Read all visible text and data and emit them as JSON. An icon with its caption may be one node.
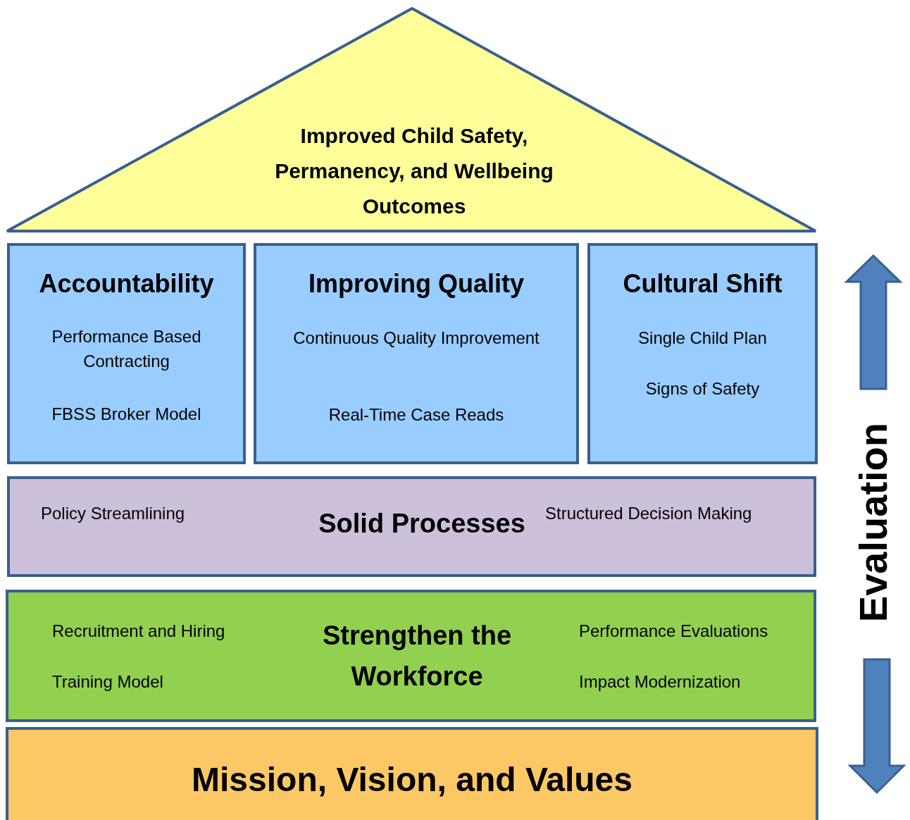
{
  "diagram": {
    "nodes": [
      {
        "text": [
          "Improved Child Safety, Permanency, and Wellbeing Outcomes"
        ]
      },
      {
        "text": [
          "Accountability",
          "Performance Based Contracting",
          "FBSS Broker Model"
        ]
      },
      {
        "text": [
          "Improving Quality",
          "Continuous Quality Improvement",
          "Real-Time Case Reads"
        ]
      },
      {
        "text": [
          "Cultural Shift",
          "Single Child Plan",
          "Signs of Safety"
        ]
      },
      {
        "text": [
          "Policy Streamlining",
          "Solid Processes",
          "Structured Decision Making"
        ]
      },
      {
        "text": [
          "Recruitment and Hiring",
          "Training Model",
          "Strengthen the Workforce",
          "Performance Evaluations",
          "Impact Modernization"
        ]
      },
      {
        "text": [
          "Mission, Vision, and Values"
        ]
      }
    ],
    "labels": [
      "Evaluation"
    ]
  }
}
